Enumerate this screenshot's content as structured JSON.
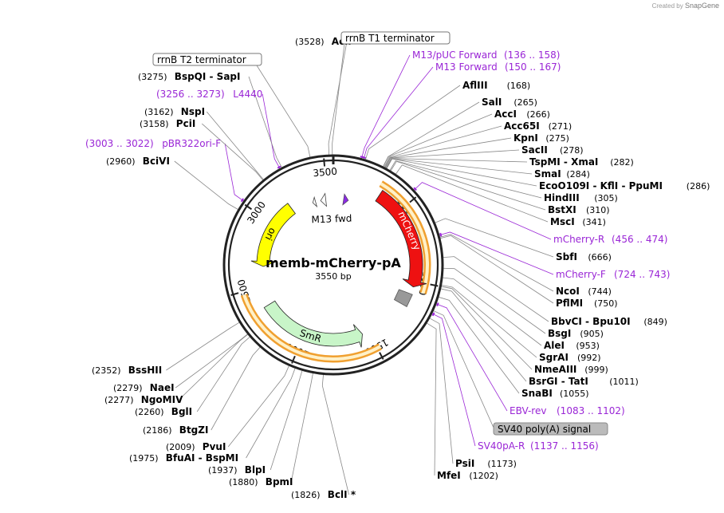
{
  "plasmid": {
    "name": "memb-mCherry-pA",
    "length_label": "3550 bp",
    "length": 3550
  },
  "watermark": {
    "prefix": "Created by",
    "brand": "SnapGene"
  },
  "colors": {
    "primer": "#9a26d6",
    "enzyme": "#000000",
    "mcherry": "#ee1111",
    "ori": "#ffff00",
    "smr": "#c8f5c8",
    "promoter_grey": "#999999",
    "orange_band": "#f0a030",
    "terminator_box": "#bbbbbb"
  },
  "ticks": [
    {
      "pos": 500,
      "label": "500"
    },
    {
      "pos": 1000,
      "label": "1000"
    },
    {
      "pos": 1500,
      "label": "1500"
    },
    {
      "pos": 2000,
      "label": "2000"
    },
    {
      "pos": 2500,
      "label": "2500"
    },
    {
      "pos": 3000,
      "label": "3000"
    },
    {
      "pos": 3500,
      "label": "3500"
    }
  ],
  "features": [
    {
      "name": "mCherry",
      "start": 330,
      "end": 1040,
      "type": "arrow",
      "color": "#ee1111"
    },
    {
      "name": "SmR",
      "start": 1550,
      "end": 2350,
      "type": "arrow-rev",
      "color": "#c8f5c8"
    },
    {
      "name": "ori",
      "start": 2650,
      "end": 3190,
      "type": "arrow-rev",
      "color": "#ffff00"
    },
    {
      "name": "M13 fwd",
      "start": 3500,
      "end": 3530,
      "type": "primer-feature"
    }
  ],
  "labels": [
    {
      "id": "acli",
      "name": "AclI",
      "pos_text": "(3528)",
      "kind": "enzyme",
      "site": 3528
    },
    {
      "id": "rrnbt1",
      "name": "rrnB T1 terminator",
      "kind": "box",
      "site": 3545
    },
    {
      "id": "rrnbt2",
      "name": "rrnB T2 terminator",
      "kind": "box",
      "site": 3430
    },
    {
      "id": "m13puc",
      "name": "M13/pUC Forward",
      "pos_text": "(136 .. 158)",
      "kind": "primer",
      "site": 147
    },
    {
      "id": "m13fwd",
      "name": "M13 Forward",
      "pos_text": "(150 .. 167)",
      "kind": "primer",
      "site": 158
    },
    {
      "id": "aflii",
      "name": "AflIII",
      "pos_text": "(168)",
      "kind": "enzyme",
      "site": 168
    },
    {
      "id": "sali",
      "name": "SalI",
      "pos_text": "(265)",
      "kind": "enzyme",
      "site": 265
    },
    {
      "id": "acci",
      "name": "AccI",
      "pos_text": "(266)",
      "kind": "enzyme",
      "site": 266
    },
    {
      "id": "acc65i",
      "name": "Acc65I",
      "pos_text": "(271)",
      "kind": "enzyme",
      "site": 271
    },
    {
      "id": "kpni",
      "name": "KpnI",
      "pos_text": "(275)",
      "kind": "enzyme",
      "site": 275
    },
    {
      "id": "sacii",
      "name": "SacII",
      "pos_text": "(278)",
      "kind": "enzyme",
      "site": 278
    },
    {
      "id": "tspmi",
      "name": "TspMI - XmaI",
      "pos_text": "(282)",
      "kind": "enzyme",
      "site": 282
    },
    {
      "id": "smai",
      "name": "SmaI",
      "pos_text": "(284)",
      "kind": "enzyme",
      "site": 284
    },
    {
      "id": "ecoo109i",
      "name": "EcoO109I - KflI - PpuMI",
      "pos_text": "(286)",
      "kind": "enzyme",
      "site": 286
    },
    {
      "id": "hindiii",
      "name": "HindIII",
      "pos_text": "(305)",
      "kind": "enzyme",
      "site": 305
    },
    {
      "id": "bstxi",
      "name": "BstXI",
      "pos_text": "(310)",
      "kind": "enzyme",
      "site": 310
    },
    {
      "id": "msci",
      "name": "MscI",
      "pos_text": "(341)",
      "kind": "enzyme",
      "site": 341
    },
    {
      "id": "mcherryr",
      "name": "mCherry-R",
      "pos_text": "(456 .. 474)",
      "kind": "primer",
      "site": 465
    },
    {
      "id": "sbfi",
      "name": "SbfI",
      "pos_text": "(666)",
      "kind": "enzyme",
      "site": 666
    },
    {
      "id": "mcherryf",
      "name": "mCherry-F",
      "pos_text": "(724 .. 743)",
      "kind": "primer",
      "site": 733
    },
    {
      "id": "ncoi",
      "name": "NcoI",
      "pos_text": "(744)",
      "kind": "enzyme",
      "site": 744
    },
    {
      "id": "pflmi",
      "name": "PflMI",
      "pos_text": "(750)",
      "kind": "enzyme",
      "site": 750
    },
    {
      "id": "bbvci",
      "name": "BbvCI - Bpu10I",
      "pos_text": "(849)",
      "kind": "enzyme",
      "site": 849
    },
    {
      "id": "bsgi",
      "name": "BsgI",
      "pos_text": "(905)",
      "kind": "enzyme",
      "site": 905
    },
    {
      "id": "alei",
      "name": "AleI",
      "pos_text": "(953)",
      "kind": "enzyme",
      "site": 953
    },
    {
      "id": "sgrai",
      "name": "SgrAI",
      "pos_text": "(992)",
      "kind": "enzyme",
      "site": 992
    },
    {
      "id": "nmeaiii",
      "name": "NmeAIII",
      "pos_text": "(999)",
      "kind": "enzyme",
      "site": 999
    },
    {
      "id": "bsrgi",
      "name": "BsrGI - TatI",
      "pos_text": "(1011)",
      "kind": "enzyme",
      "site": 1011
    },
    {
      "id": "snabi",
      "name": "SnaBI",
      "pos_text": "(1055)",
      "kind": "enzyme",
      "site": 1055
    },
    {
      "id": "ebvrev",
      "name": "EBV-rev",
      "pos_text": "(1083 .. 1102)",
      "kind": "primer",
      "site": 1092
    },
    {
      "id": "sv40polya",
      "name": "SV40 poly(A) signal",
      "kind": "box-grey",
      "site": 1130
    },
    {
      "id": "sv40par",
      "name": "SV40pA-R",
      "pos_text": "(1137 .. 1156)",
      "kind": "primer",
      "site": 1146
    },
    {
      "id": "psti",
      "name": "PsiI",
      "pos_text": "(1173)",
      "kind": "enzyme",
      "site": 1173
    },
    {
      "id": "mfei",
      "name": "MfeI",
      "pos_text": "(1202)",
      "kind": "enzyme",
      "site": 1202
    },
    {
      "id": "bcli",
      "name": "BclI *",
      "pos_text": "(1826)",
      "kind": "enzyme",
      "site": 1826
    },
    {
      "id": "bpmi",
      "name": "BpmI",
      "pos_text": "(1880)",
      "kind": "enzyme",
      "site": 1880
    },
    {
      "id": "blpi",
      "name": "BlpI",
      "pos_text": "(1937)",
      "kind": "enzyme",
      "site": 1937
    },
    {
      "id": "bfuai",
      "name": "BfuAI - BspMI",
      "pos_text": "(1975)",
      "kind": "enzyme",
      "site": 1975
    },
    {
      "id": "pvui",
      "name": "PvuI",
      "pos_text": "(2009)",
      "kind": "enzyme",
      "site": 2009
    },
    {
      "id": "btgzi",
      "name": "BtgZI",
      "pos_text": "(2186)",
      "kind": "enzyme",
      "site": 2186
    },
    {
      "id": "bgli",
      "name": "BglI",
      "pos_text": "(2260)",
      "kind": "enzyme",
      "site": 2260
    },
    {
      "id": "ngomiv",
      "name": "NgoMIV",
      "pos_text": "(2277)",
      "kind": "enzyme",
      "site": 2277
    },
    {
      "id": "naei",
      "name": "NaeI",
      "pos_text": "(2279)",
      "kind": "enzyme",
      "site": 2279
    },
    {
      "id": "bsshii",
      "name": "BssHII",
      "pos_text": "(2352)",
      "kind": "enzyme",
      "site": 2352
    },
    {
      "id": "bcivi",
      "name": "BciVI",
      "pos_text": "(2960)",
      "kind": "enzyme",
      "site": 2960
    },
    {
      "id": "pbr322",
      "name": "pBR322ori-F",
      "pos_text": "(3003 .. 3022)",
      "kind": "primer",
      "site": 3012
    },
    {
      "id": "pcii",
      "name": "PciI",
      "pos_text": "(3158)",
      "kind": "enzyme",
      "site": 3158
    },
    {
      "id": "nspi",
      "name": "NspI",
      "pos_text": "(3162)",
      "kind": "enzyme",
      "site": 3162
    },
    {
      "id": "l4440",
      "name": "L4440",
      "pos_text": "(3256 .. 3273)",
      "kind": "primer",
      "site": 3264
    },
    {
      "id": "bspqi",
      "name": "BspQI - SapI",
      "pos_text": "(3275)",
      "kind": "enzyme",
      "site": 3275
    }
  ]
}
